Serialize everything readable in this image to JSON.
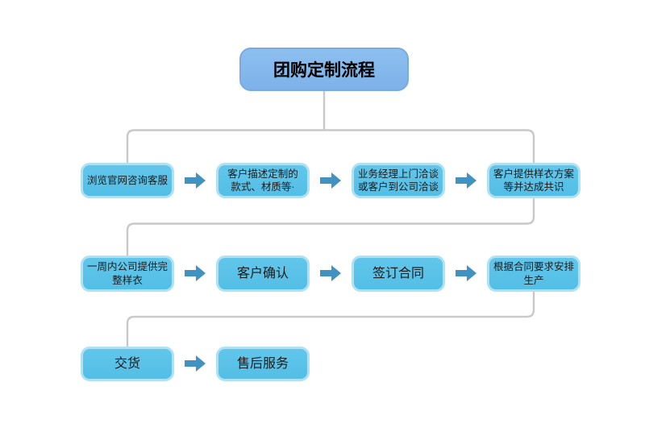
{
  "title": {
    "label": "团购定制流程"
  },
  "rows": [
    {
      "boxes": [
        {
          "label": "浏览官网咨询客服"
        },
        {
          "label": "客户描述定制的\n款式、材质等·"
        },
        {
          "label": "业务经理上门洽谈\n或客户到公司洽谈"
        },
        {
          "label": "客户提供样衣方案\n等并达成共识"
        }
      ]
    },
    {
      "boxes": [
        {
          "label": "一周内公司提供完\n整样衣"
        },
        {
          "label": "客户确认"
        },
        {
          "label": "签订合同"
        },
        {
          "label": "根据合同要求安排\n生产"
        }
      ]
    },
    {
      "boxes": [
        {
          "label": "交货"
        },
        {
          "label": "售后服务"
        }
      ]
    }
  ],
  "icons": {
    "arrow_right": "block-arrow-right"
  },
  "colors": {
    "title_fill_top": "#8dbff0",
    "title_fill_bottom": "#7db1e8",
    "title_border": "#79abdf",
    "node_fill_top": "#62c6ea",
    "node_fill_bottom": "#53bee6",
    "node_border": "#aee1f3",
    "arrow": "#4292c1",
    "connector": "#c9c9c9",
    "text": "#1a1a1a"
  }
}
